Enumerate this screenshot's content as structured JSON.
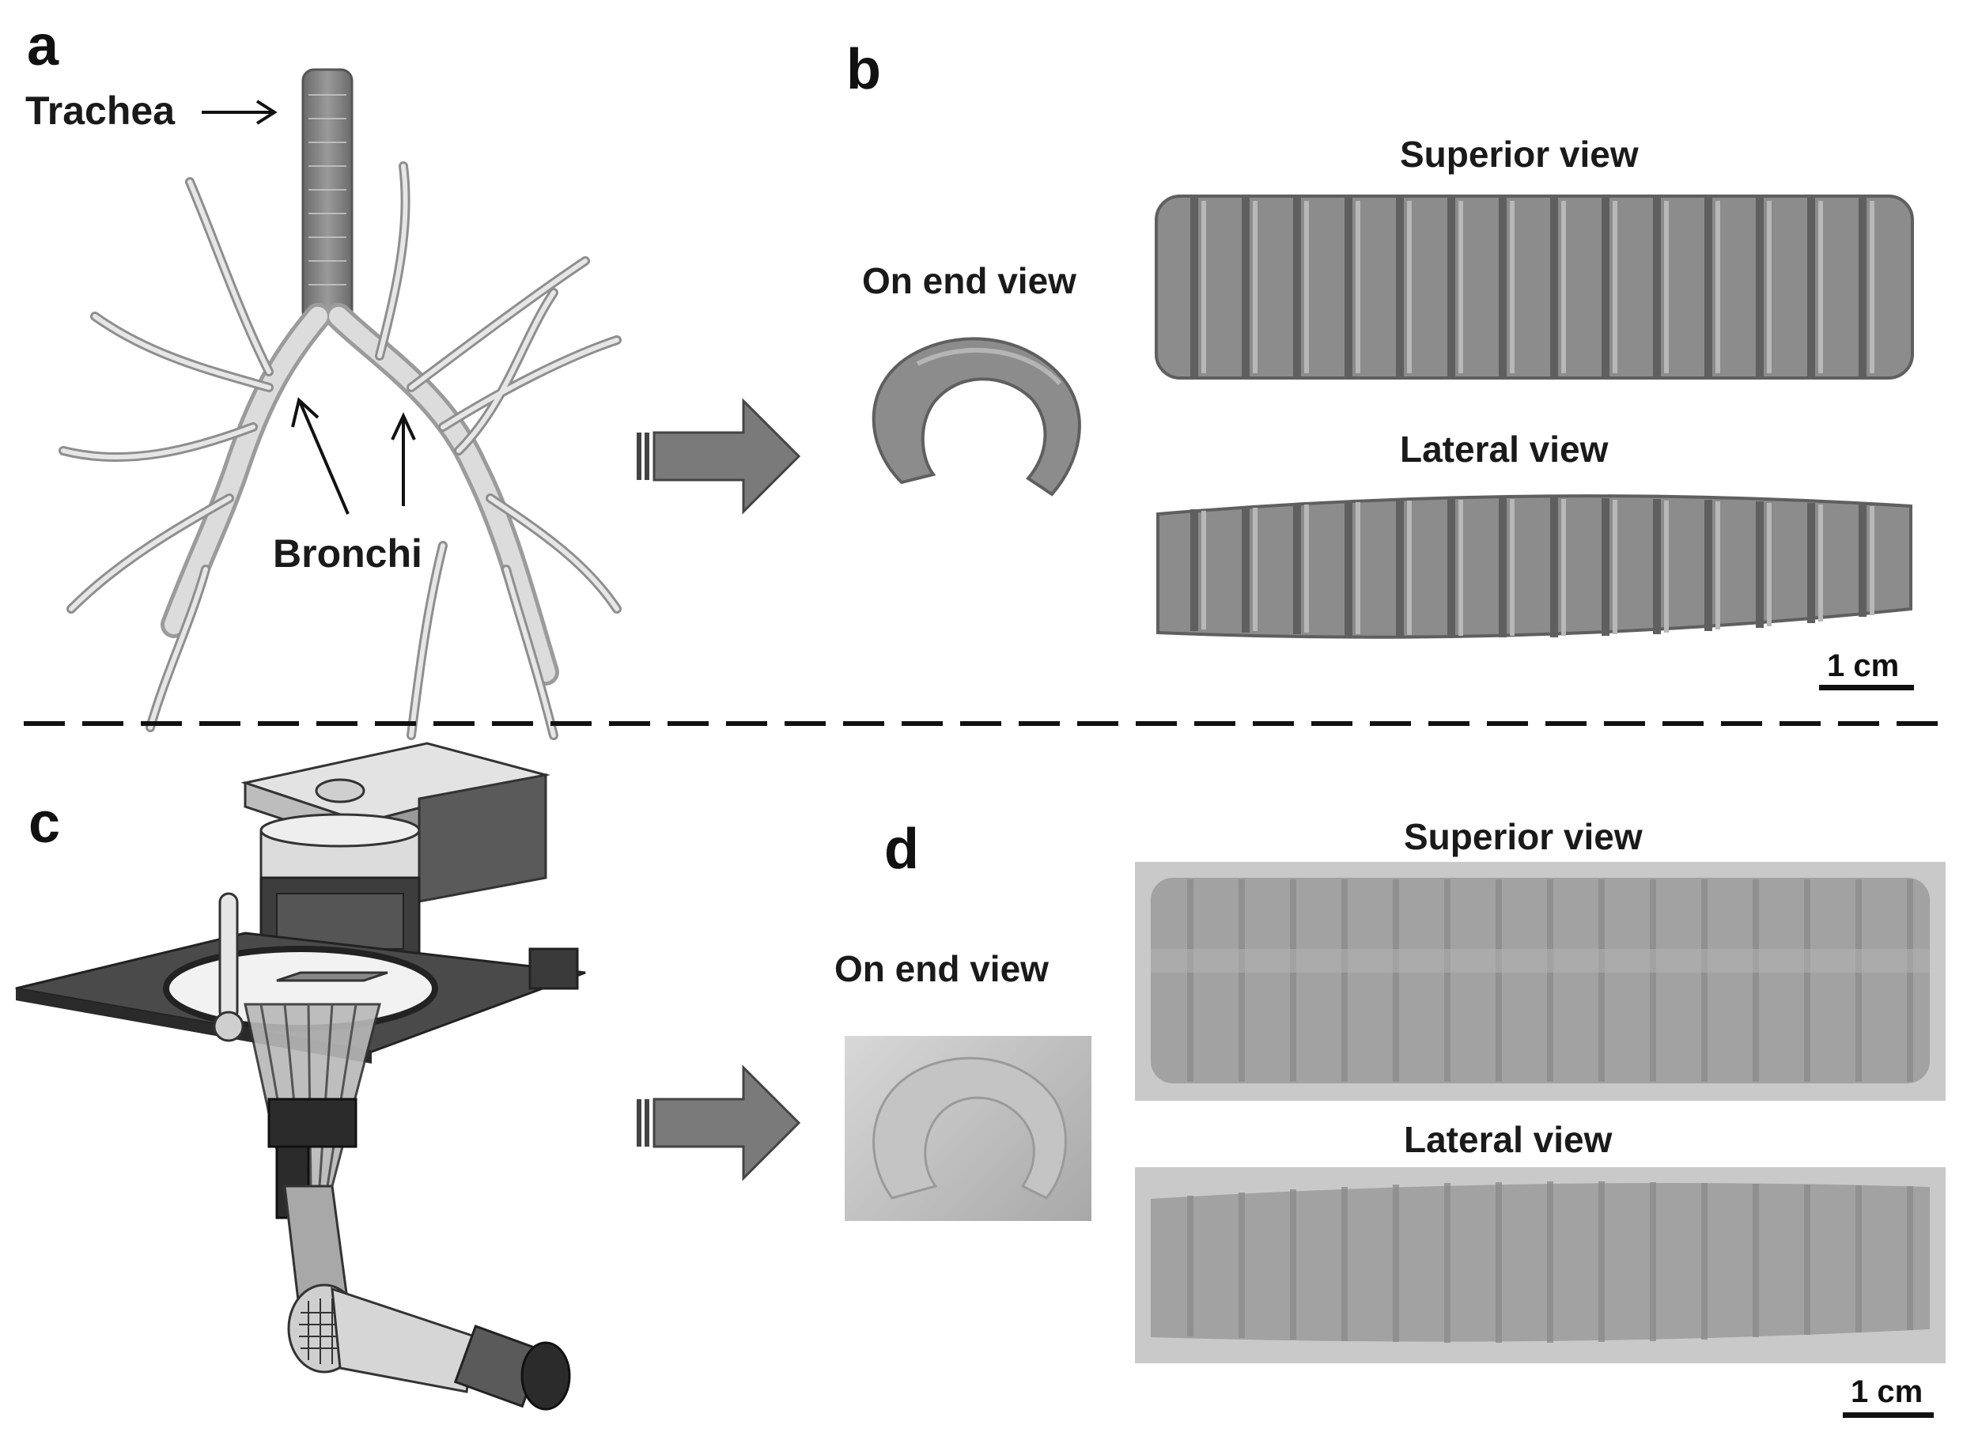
{
  "panels": {
    "a": {
      "letter": "a",
      "trachea_label": "Trachea",
      "bronchi_label": "Bronchi"
    },
    "b": {
      "letter": "b",
      "on_end_view_label": "On end view",
      "superior_view_label": "Superior view",
      "lateral_view_label": "Lateral view",
      "scale_label": "1 cm"
    },
    "c": {
      "letter": "c"
    },
    "d": {
      "letter": "d",
      "on_end_view_label": "On end view",
      "superior_view_label": "Superior view",
      "lateral_view_label": "Lateral view",
      "scale_label": "1 cm"
    }
  },
  "colors": {
    "model_gray": "#8c8c8c",
    "model_dark": "#5f5f5f",
    "model_light": "#b5b5b5",
    "photo_bg": "#c9c9c9",
    "photo_tube": "#9e9e9e",
    "arrow_gray": "#7a7a7a",
    "divider": "#111111"
  },
  "icons": {
    "process_arrow": "right-block-arrow-icon",
    "thermometer": "thermometer-icon"
  }
}
